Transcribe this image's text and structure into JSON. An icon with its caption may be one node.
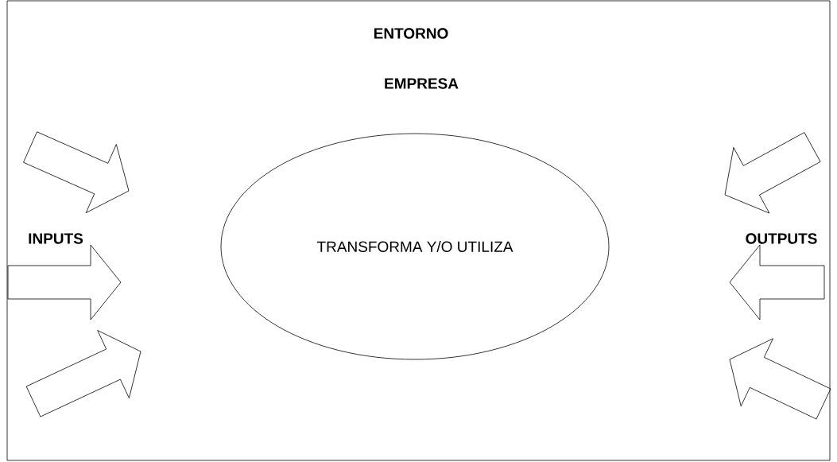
{
  "diagram": {
    "nodes": [
      {
        "text": [
          "ENTORNO",
          "EMPRESA"
        ]
      },
      {
        "text": [
          "TRANSFORMA Y/O UTILIZA"
        ],
        "in": 0
      }
    ],
    "labels": [
      "INPUTS",
      "OUTPUTS"
    ]
  }
}
